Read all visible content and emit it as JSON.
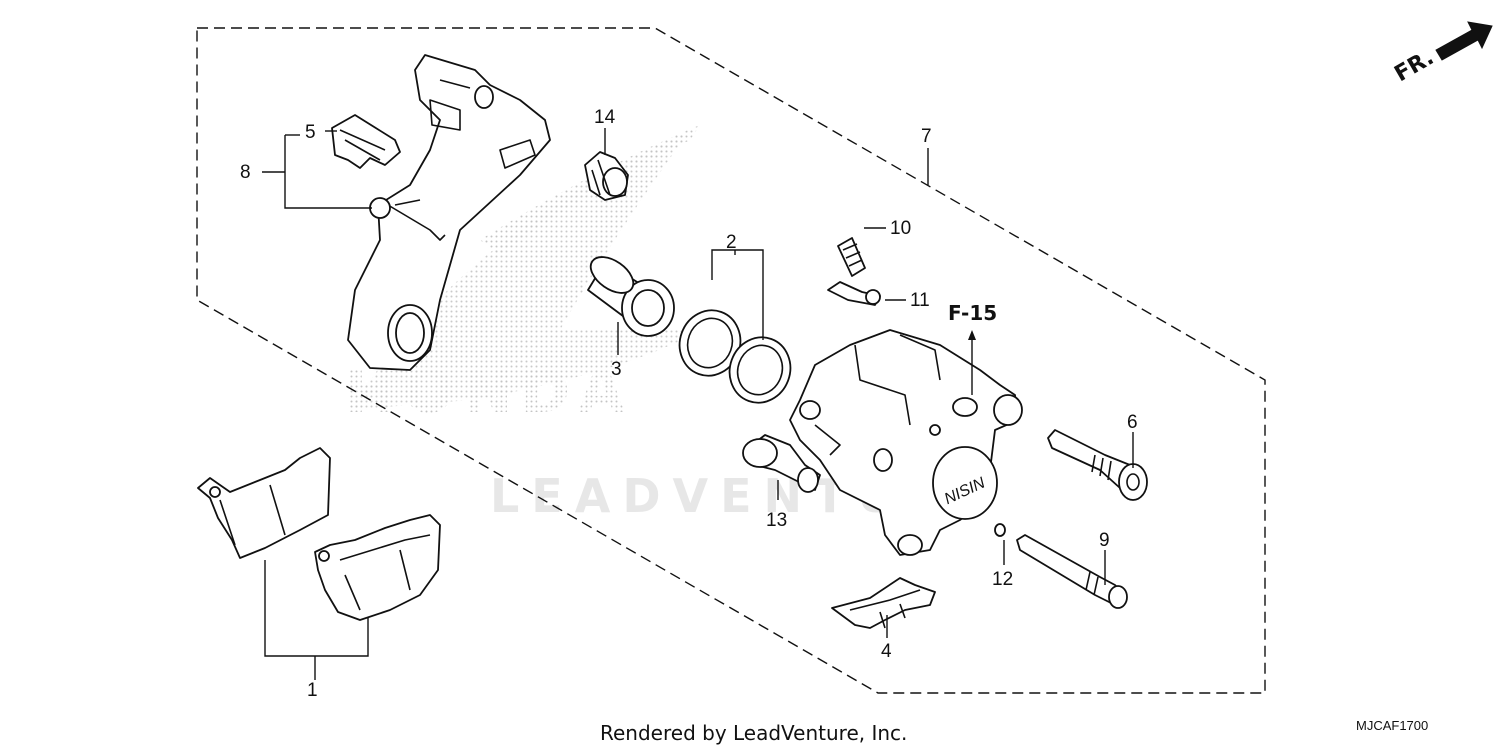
{
  "diagram": {
    "direction_label": "FR.",
    "reference_label": "F-15",
    "parts": [
      {
        "callout": "1"
      },
      {
        "callout": "2"
      },
      {
        "callout": "3"
      },
      {
        "callout": "4"
      },
      {
        "callout": "5"
      },
      {
        "callout": "6"
      },
      {
        "callout": "7"
      },
      {
        "callout": "8"
      },
      {
        "callout": "9"
      },
      {
        "callout": "10"
      },
      {
        "callout": "11"
      },
      {
        "callout": "12"
      },
      {
        "callout": "13"
      },
      {
        "callout": "14"
      }
    ],
    "watermark_brand": "HONDA",
    "watermark_vendor": "LEADVENTURE"
  },
  "footer": {
    "credit": "Rendered by LeadVenture, Inc.",
    "diagram_code": "MJCAF1700"
  }
}
